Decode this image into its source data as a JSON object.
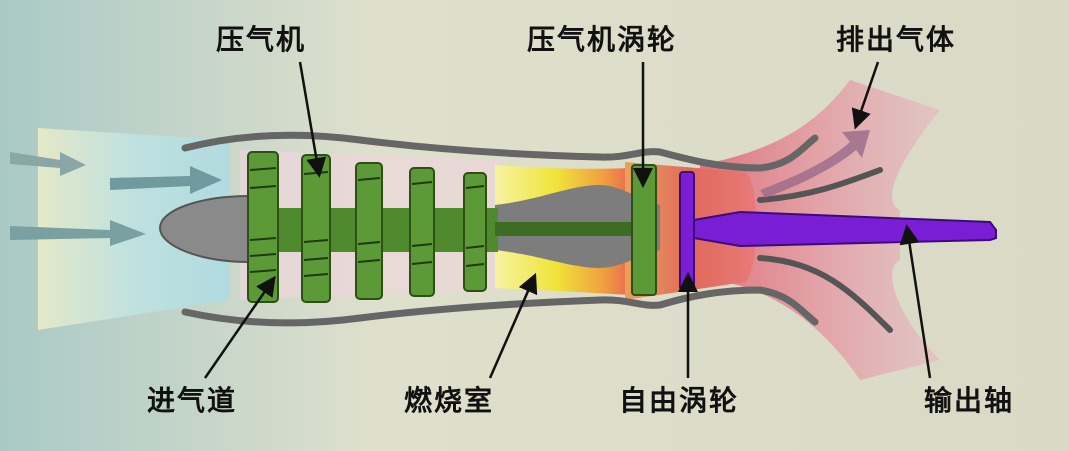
{
  "labels": {
    "compressor": "压气机",
    "compressor_turbine": "压气机涡轮",
    "exhaust_gas": "排出气体",
    "inlet": "进气道",
    "combustor": "燃烧室",
    "free_turbine": "自由涡轮",
    "output_shaft": "输出轴"
  },
  "icons": [
    "airflow-arrow-icon",
    "exhaust-arrow-icon"
  ],
  "colors": {
    "background": "#dcdcc8",
    "compressor_green": "#4f8a2f",
    "shaft_purple": "#7a1ed6",
    "combustion_yellow": "#f2e83a",
    "exhaust_red": "#e05a5a",
    "exhaust_pink": "#e8a8b8",
    "casing_gray": "#777777"
  }
}
